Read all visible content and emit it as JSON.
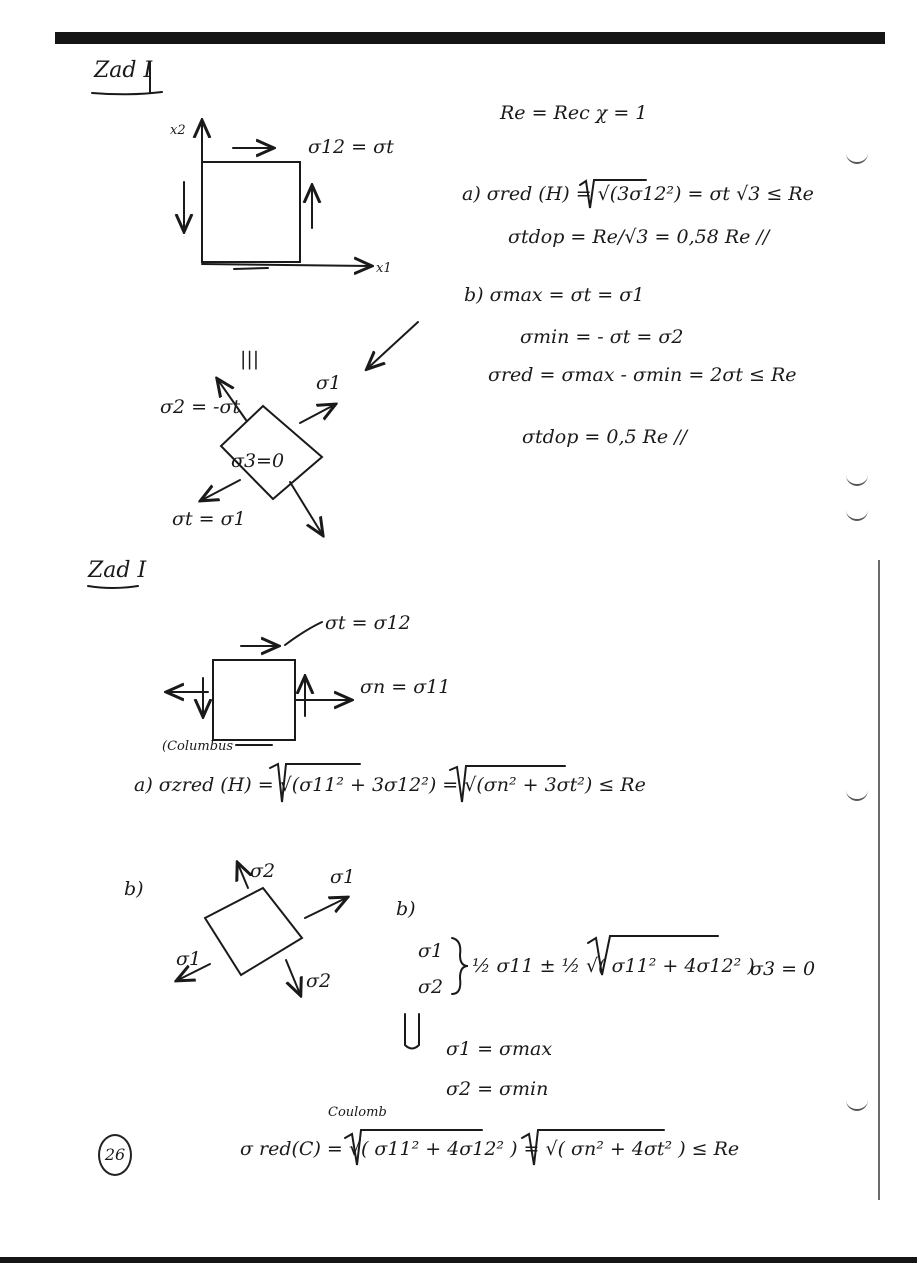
{
  "section_a": {
    "heading": "Zad I",
    "diagram": {
      "x2_label": "x2",
      "x1_label": "x1",
      "shear_label": "σ12 = σt",
      "principal_1_label": "σ1",
      "principal_2_label": "σ2 = -σt",
      "principal_3_label": "σ3=0",
      "principal_t_label": "σt = σ1",
      "equiv_mark": "|||"
    },
    "formulas": {
      "given": "Re = Rec   χ = 1",
      "hmh_a": "a) σred (H) = √(3σ12²) = σt √3 ≤ Re",
      "hmh_b": "σtdop = Re/√3 = 0,58 Re //",
      "tresca_1": "b)   σmax = σt = σ1",
      "tresca_2": "σmin = - σt = σ2",
      "tresca_3": "σred = σmax - σmin = 2σt ≤ Re",
      "tresca_4": "σtdop = 0,5 Re //"
    }
  },
  "section_b": {
    "heading": "Zad I",
    "diagram": {
      "shear_label": "σt = σ12",
      "normal_label": "σn = σ11",
      "note": "(Columbus"
    },
    "formula_a": "a)  σzred (H) = √(σ11² + 3σ12²) = √(σn² + 3σt²) ≤ Re",
    "diagram_b": {
      "label_b": "b)",
      "label_s1": "σ1",
      "label_s2": "σ2",
      "label_s2b": "σ2",
      "label_s1b": "σ1"
    },
    "principal": {
      "label": "b)",
      "s1": "σ1",
      "s2": "σ2",
      "expr": "½ σ11 ± ½ √( σ11² + 4σ12² )",
      "s3": "σ3 = 0",
      "max": "σ1 = σmax",
      "min": "σ2 = σmin"
    },
    "coulomb_note": "Coulomb",
    "coulomb": "σ red(C) = √( σ11² + 4σ12² ) = √( σn² + 4σt² ) ≤ Re",
    "page_number": "26"
  }
}
